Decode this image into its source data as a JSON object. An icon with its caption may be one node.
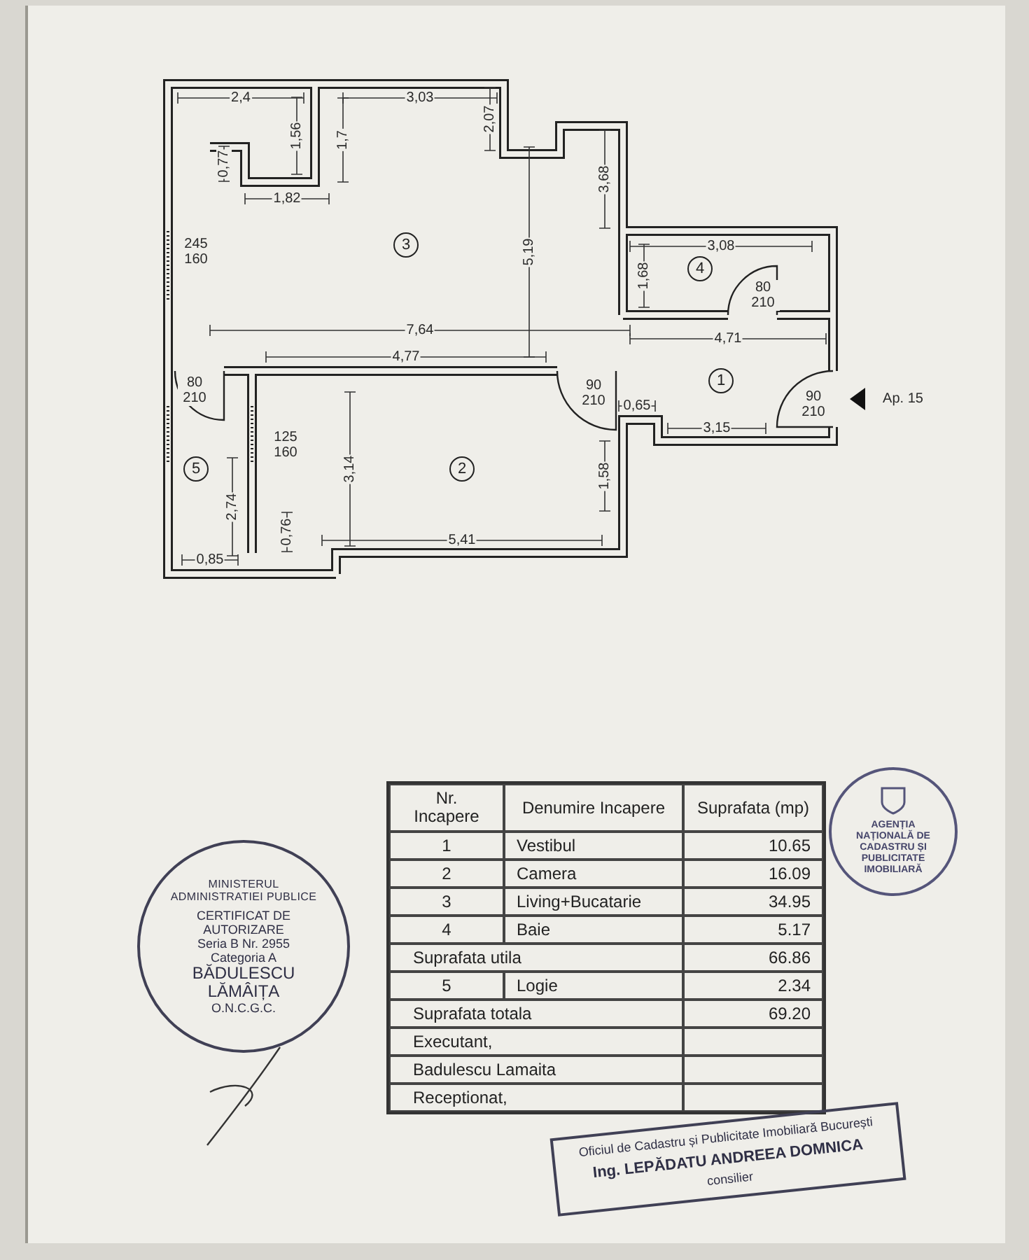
{
  "diagram": {
    "nodes": [
      {
        "text": [
          "3"
        ]
      },
      {
        "text": [
          "4"
        ]
      },
      {
        "text": [
          "1"
        ]
      },
      {
        "text": [
          "2"
        ]
      },
      {
        "text": [
          "5"
        ]
      },
      {
        "text": [
          "AGENȚIA NAȚIONALĂ DE CADASTRU ȘI PUBLICITATE IMOBILIARĂ"
        ]
      },
      {
        "text": [
          "MINISTERUL ADMINISTRATIEI PUBLICE",
          "CERTIFICAT DE AUTORIZARE",
          "Seria B Nr. 2955",
          "Categoria A",
          "BĂDULESCU LĂMÂIȚA",
          "O.N.C.G.C."
        ]
      },
      {
        "text": [
          "Oficiul de Cadastru și Publicitate Imobiliară București",
          "Ing. LEPĂDATU ANDREEA DOMNICA",
          "consilier"
        ]
      }
    ],
    "labels": [
      "2,4",
      "1,56",
      "3,03",
      "1,7",
      "2,07",
      "0,77",
      "1,82",
      "5,19",
      "3,68",
      "3,08",
      "1,68",
      "80 210",
      "245 160",
      "7,64",
      "4,71",
      "4,77",
      "80 210",
      "90 210",
      "0,65",
      "90 210",
      "Ap. 15",
      "125 160",
      "3,15",
      "1,58",
      "2,74",
      "3,14",
      "0,76",
      "0,85",
      "5,41",
      "Nr. Incapere",
      "Denumire Incapere",
      "Suprafata (mp)",
      "1",
      "Vestibul",
      "10.65",
      "2",
      "Camera",
      "16.09",
      "3",
      "Living+Bucatarie",
      "34.95",
      "4",
      "Baie",
      "5.17",
      "Suprafata utila",
      "66.86",
      "5",
      "Logie",
      "2.34",
      "Suprafata totala",
      "69.20",
      "Executant,",
      "Badulescu Lamaita",
      "Receptionat,"
    ]
  }
}
